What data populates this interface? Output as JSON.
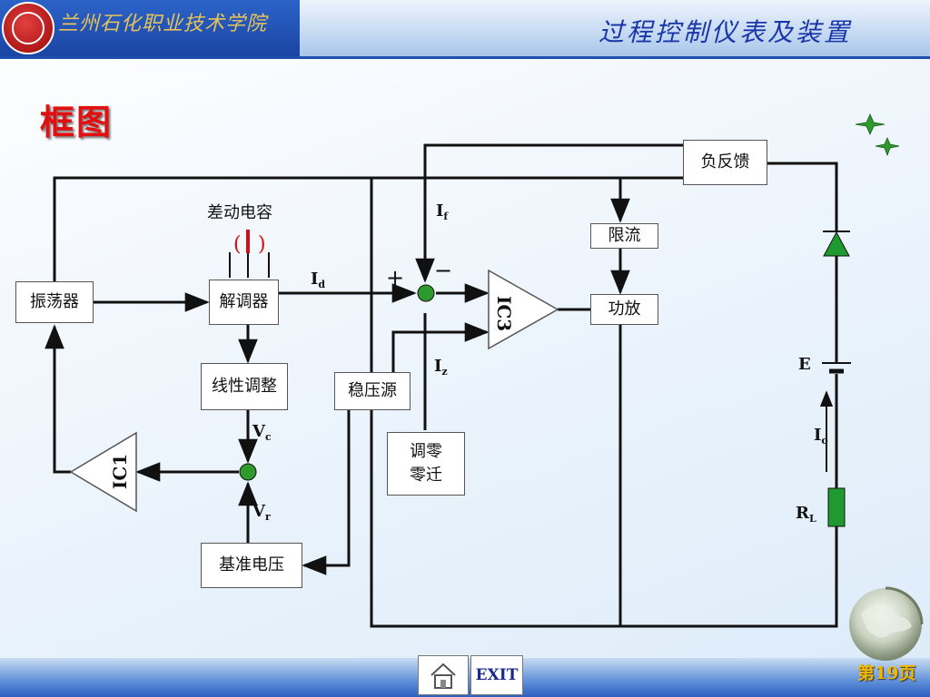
{
  "header": {
    "school_name": "兰州石化职业技术学院",
    "course_title": "过程控制仪表及装置"
  },
  "page_title": "框图",
  "diagram": {
    "blocks": {
      "oscillator": "振荡器",
      "demodulator": "解调器",
      "linear_adjust": "线性调整",
      "reference_voltage": "基准电压",
      "regulated_source": "稳压源",
      "zero_adjust": "调零\n零迁",
      "negative_feedback": "负反馈",
      "current_limit": "限流",
      "power_amp": "功放"
    },
    "amplifiers": {
      "ic1": "IC1",
      "ic3": "IC3"
    },
    "labels": {
      "diff_capacitor": "差动电容",
      "plus": "+",
      "minus": "−",
      "id": "I",
      "id_sub": "d",
      "if": "I",
      "if_sub": "f",
      "iz": "I",
      "iz_sub": "z",
      "vc": "V",
      "vc_sub": "c",
      "vr": "V",
      "vr_sub": "r",
      "e": "E",
      "io": "I",
      "io_sub": "o",
      "rl": "R",
      "rl_sub": "L"
    },
    "colors": {
      "diode": "#1f9a2e",
      "resistor": "#1f9a2e",
      "summing_node": "#2e9a2e",
      "capacitor_symbol": "#d01010"
    }
  },
  "footer": {
    "home_icon": "home-icon",
    "exit_label": "EXIT",
    "page_number": "第19页"
  }
}
